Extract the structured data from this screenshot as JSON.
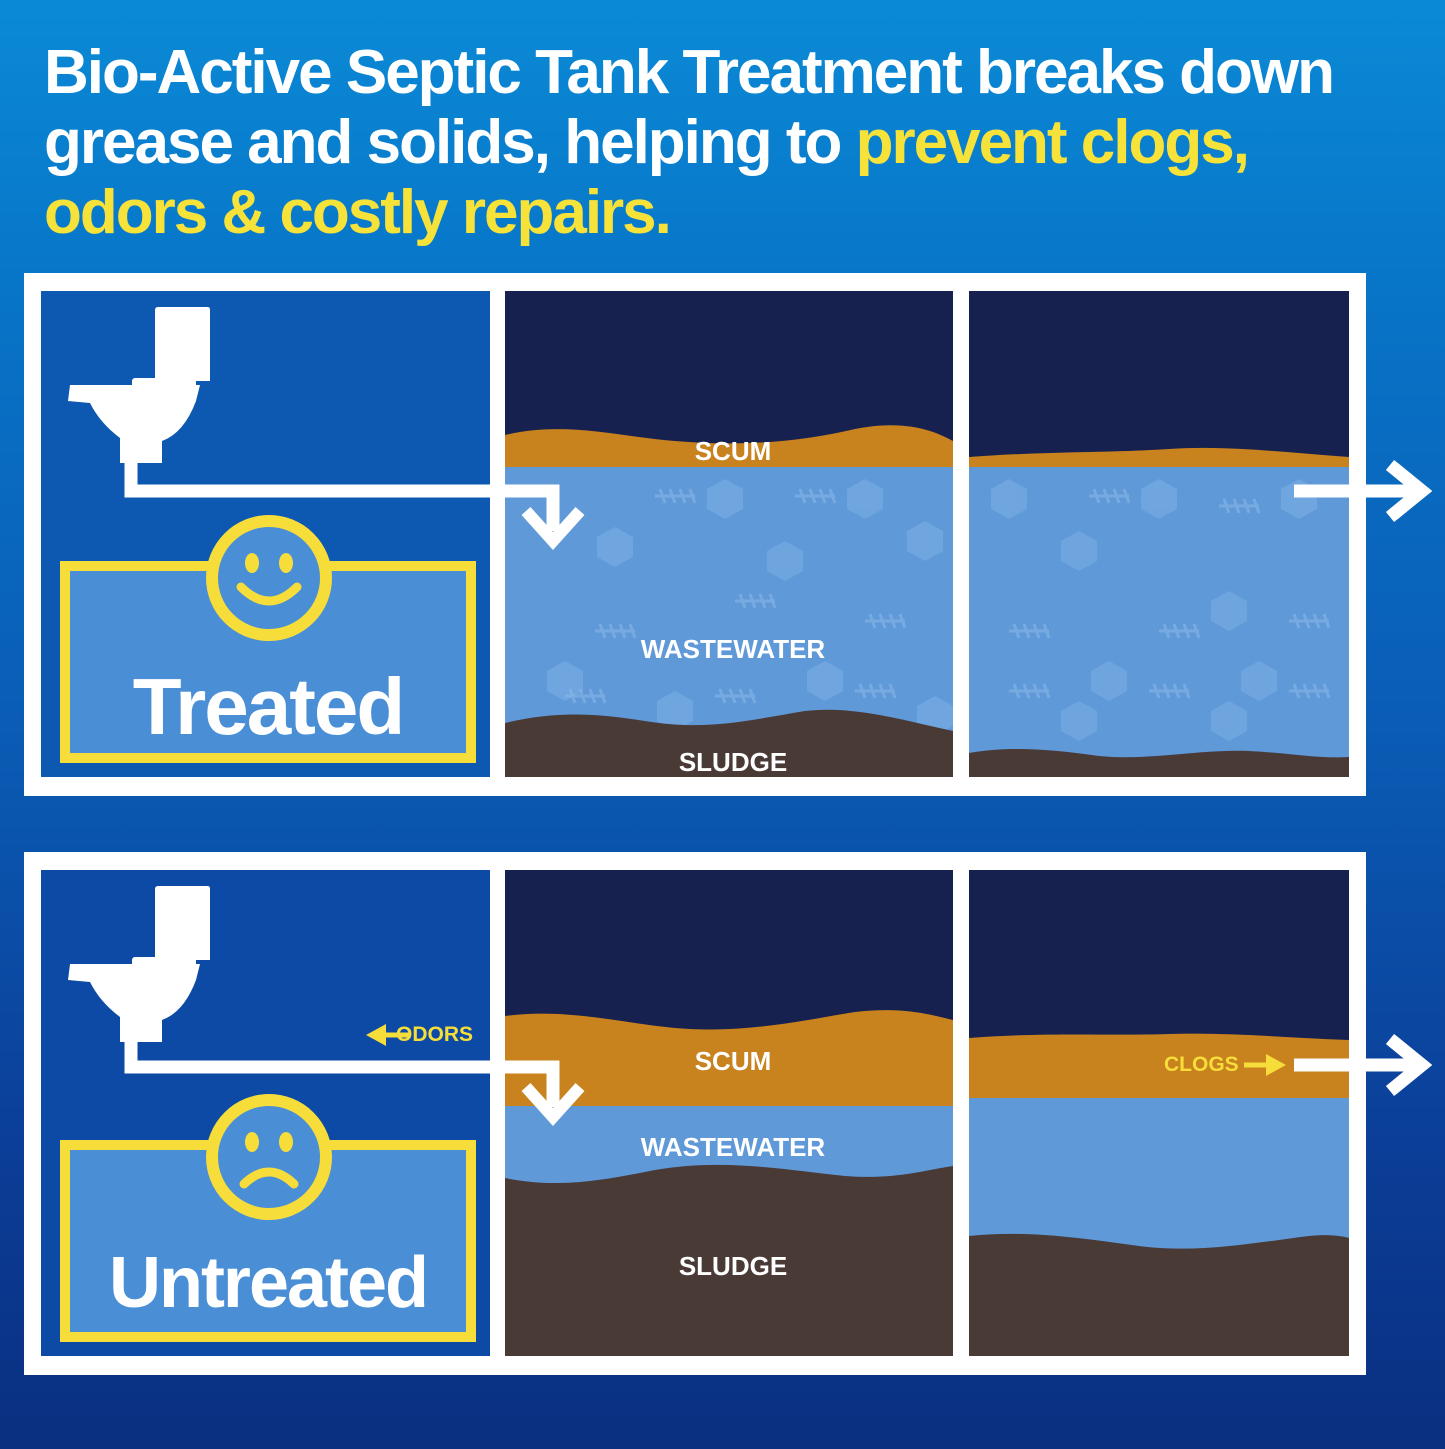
{
  "headline": {
    "part1": "Bio-Active Septic Tank Treatment breaks down grease and solids, helping to ",
    "highlight": "prevent clogs, odors & costly repairs."
  },
  "treated": {
    "status_label": "Treated",
    "face": "smiley-face-icon",
    "layers": {
      "scum": "SCUM",
      "wastewater": "WASTEWATER",
      "sludge": "SLUDGE"
    }
  },
  "untreated": {
    "status_label": "Untreated",
    "face": "frowning-face-icon",
    "layers": {
      "scum": "SCUM",
      "wastewater": "WASTEWATER",
      "sludge": "SLUDGE"
    },
    "odors_label": "ODORS",
    "clogs_label": "CLOGS"
  },
  "colors": {
    "background_top": "#0a8ad6",
    "background_bottom": "#0a2f80",
    "highlight_yellow": "#f6dd3a",
    "tank_air": "#17214f",
    "scum": "#c8821e",
    "wastewater": "#5f99d8",
    "sludge": "#4a3a36",
    "label_box_fill": "#4a8ed6"
  }
}
